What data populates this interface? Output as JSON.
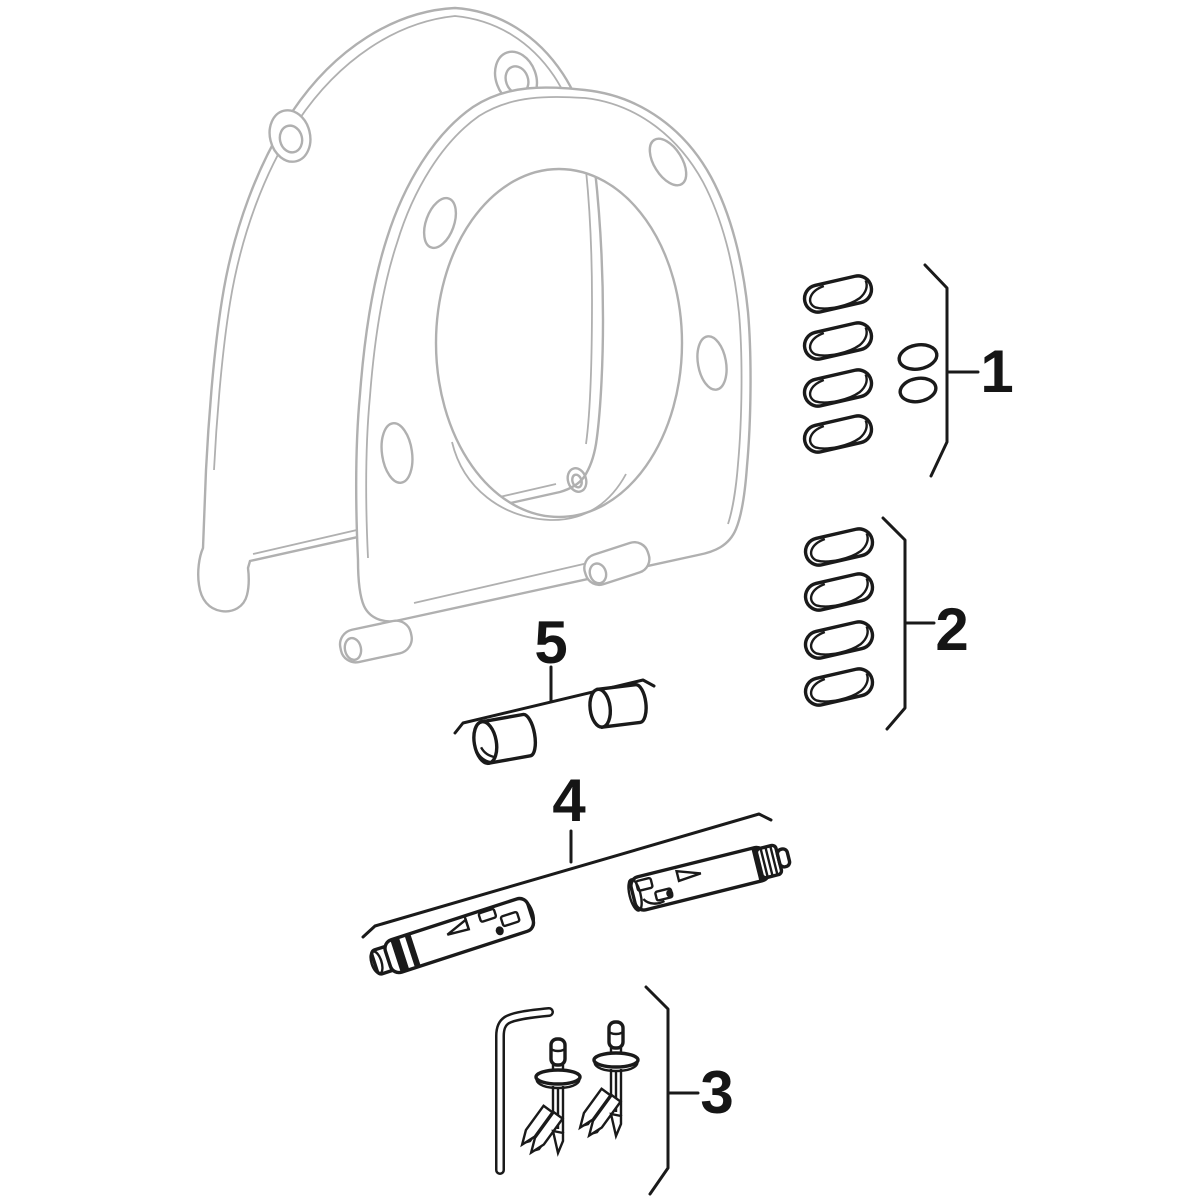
{
  "page": {
    "background": "#ffffff"
  },
  "diagram": {
    "type": "exploded-parts-diagram",
    "subject": "toilet-seat-and-lid-spare-parts",
    "colors": {
      "outline_light": "#b0b0b0",
      "outline_dark": "#1a1a1a",
      "label": "#151515"
    },
    "callouts": [
      {
        "label": "1",
        "part": "buffer-pad-set-with-small-pads"
      },
      {
        "label": "2",
        "part": "buffer-pad-set"
      },
      {
        "label": "3",
        "part": "fixing-bolts-and-allen-key"
      },
      {
        "label": "4",
        "part": "hinge-damper-pair"
      },
      {
        "label": "5",
        "part": "bearing-sleeve-pair"
      }
    ]
  }
}
